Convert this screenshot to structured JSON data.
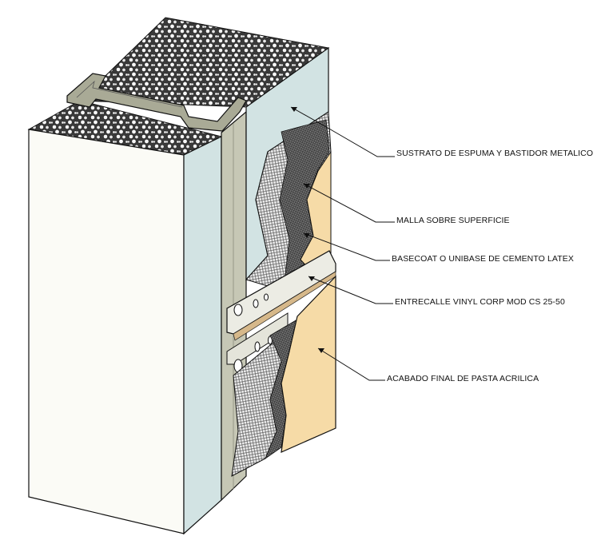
{
  "callouts": [
    {
      "text": "SUSTRATO DE ESPUMA Y BASTIDOR METALICO"
    },
    {
      "text": "MALLA SOBRE SUPERFICIE"
    },
    {
      "text": "BASECOAT O UNIBASE DE CEMENTO LATEX"
    },
    {
      "text": "ENTRECALLE VINYL CORP  MOD CS 25-50"
    },
    {
      "text": "ACABADO FINAL DE PASTA ACRILICA"
    }
  ],
  "colors": {
    "foam_front": "#fbfbf6",
    "foam_side": "#d2e3e3",
    "stud": "#c6c7b5",
    "finish": "#f6dba7",
    "mesh": "#5a5a5a",
    "reveal": "#ecece4",
    "outline": "#111111"
  }
}
